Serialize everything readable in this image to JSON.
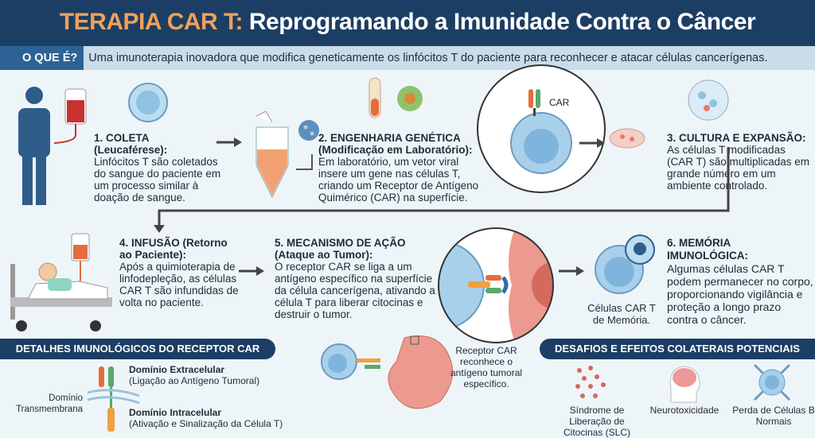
{
  "header": {
    "title_accent": "TERAPIA CAR T:",
    "title_rest": " Reprogramando a Imunidade Contra o Câncer"
  },
  "intro": {
    "label": "O QUE É?",
    "text": "Uma imunoterapia inovadora que modifica geneticamente os linfócitos T do paciente para reconhecer e atacar células cancerígenas."
  },
  "steps": [
    {
      "title": "1. COLETA (Leucaférese):",
      "text": "Linfócitos T são coletados do sangue do paciente em um processo similar à doação de sangue."
    },
    {
      "title": "2. ENGENHARIA GENÉTICA (Modificação em Laboratório):",
      "text": "Em laboratório, um vetor viral insere um gene nas células T, criando um Receptor de Antígeno Quimérico (CAR) na superfície."
    },
    {
      "title": "3. CULTURA E EXPANSÃO:",
      "text": "As células T modificadas (CAR T) são multiplicadas em grande número em um ambiente controlado."
    },
    {
      "title": "4. INFUSÃO (Retorno ao Paciente):",
      "text": "Após a quimioterapia de linfodepleção, as células CAR T são infundidas de volta no paciente."
    },
    {
      "title": "5. MECANISMO DE AÇÃO (Ataque ao Tumor):",
      "text": "O receptor CAR se liga a um antígeno específico na superfície da célula cancerígena, ativando a célula T para liberar citocinas e destruir o tumor."
    },
    {
      "title": "6. MEMÓRIA IMUNOLÓGICA:",
      "text": "Algumas células CAR T podem permanecer no corpo, proporcionando vigilância e proteção a longo prazo contra o câncer."
    }
  ],
  "labels": {
    "car": "CAR",
    "memory_cells": "Células CAR T de Memória.",
    "receptor_caption": "Receptor CAR reconhece o antígeno tumoral específico."
  },
  "car_details": {
    "banner": "DETALHES IMUNOLÓGICOS DO RECEPTOR CAR",
    "extra_title": "Domínio Extracelular",
    "extra_sub": "(Ligação ao Antígeno Tumoral)",
    "trans": "Domínio Transmembrana",
    "intra_title": "Domínio Intracelular",
    "intra_sub": "(Ativação e Sinalização da Célula T)"
  },
  "challenges": {
    "banner": "DESAFIOS E EFEITOS COLATERAIS POTENCIAIS",
    "items": [
      "Síndrome de Liberação de Citocinas (SLC)",
      "Neurotoxicidade",
      "Perda de Células B Normais"
    ]
  },
  "colors": {
    "navy": "#1c3e64",
    "accent": "#f0a05a",
    "cell": "#8fc1e3",
    "tumor": "#ec9a8f"
  }
}
